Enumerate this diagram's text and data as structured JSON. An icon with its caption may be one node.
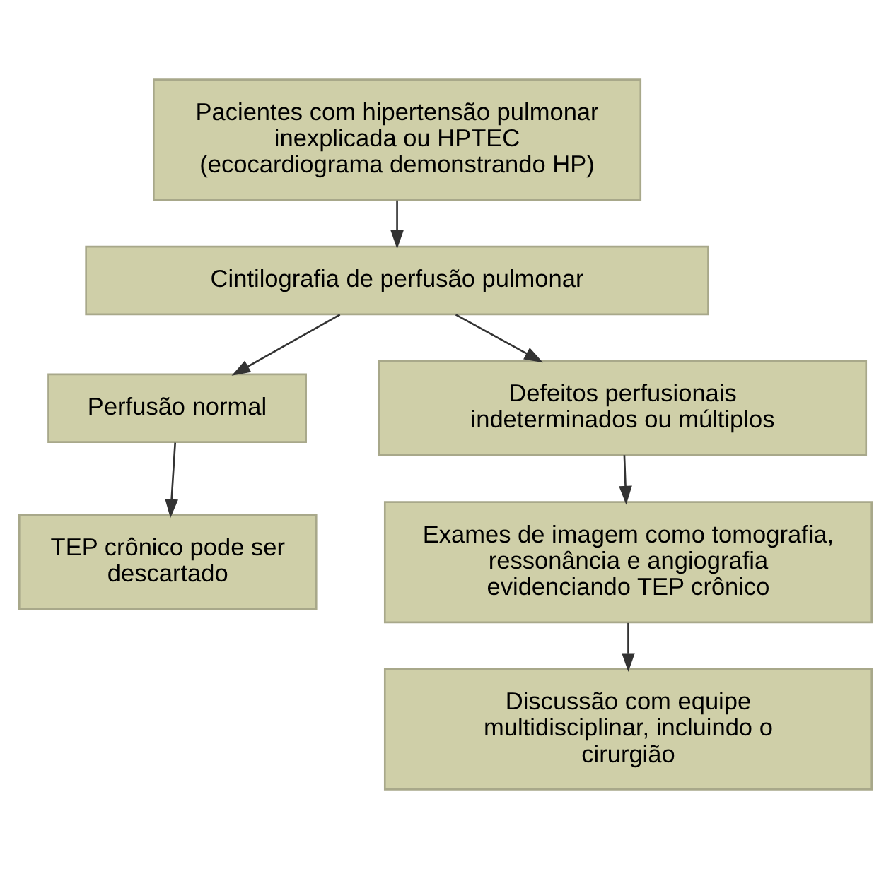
{
  "diagram": {
    "nodes": [
      {
        "text": [
          "Pacientes com hipertensão pulmonar inexplicada ou HPTEC (ecocardiograma demonstrando HP)"
        ]
      },
      {
        "text": [
          "Cintilografia de perfusão pulmonar"
        ]
      },
      {
        "text": [
          "Perfusão normal"
        ]
      },
      {
        "text": [
          "TEP crônico pode ser descartado"
        ]
      },
      {
        "text": [
          "Defeitos perfusionais indeterminados ou múltiplos"
        ]
      },
      {
        "text": [
          "Exames de imagem como tomografia, ressonância e angiografia evidenciando TEP crônico"
        ]
      },
      {
        "text": [
          "Discussão com equipe multidisciplinar, incluindo o cirurgião"
        ]
      }
    ],
    "edges": [
      {
        "from": 0,
        "to": 1,
        "arrow": "to"
      },
      {
        "from": 1,
        "to": 2,
        "arrow": "to"
      },
      {
        "from": 1,
        "to": 4,
        "arrow": "to"
      },
      {
        "from": 2,
        "to": 3,
        "arrow": "to"
      },
      {
        "from": 4,
        "to": 5,
        "arrow": "to"
      },
      {
        "from": 5,
        "to": 6,
        "arrow": "to"
      }
    ]
  }
}
